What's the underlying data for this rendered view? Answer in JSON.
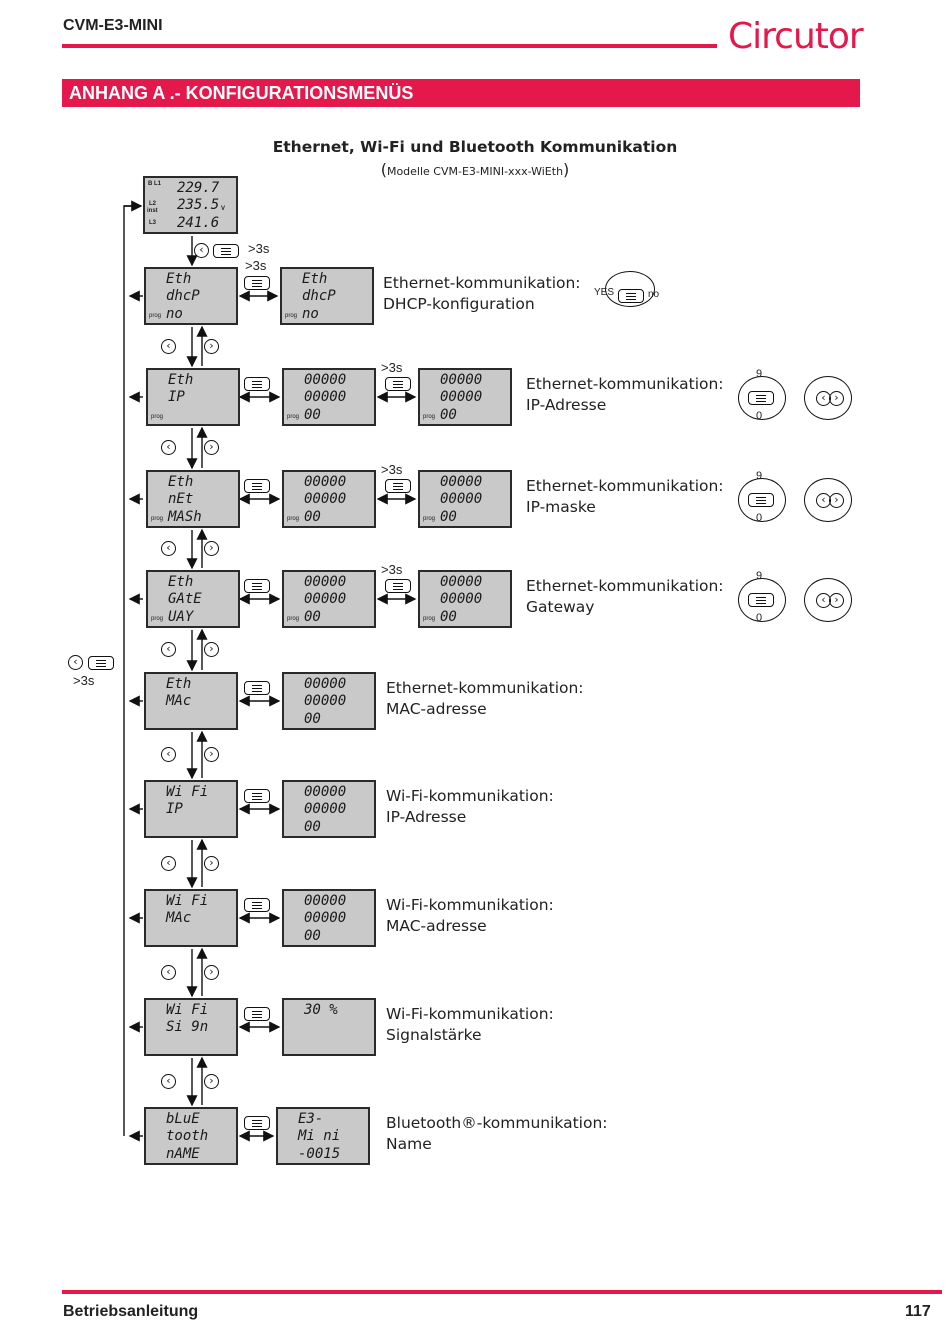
{
  "header": {
    "title": "CVM-E3-MINI",
    "logo": "Circutor"
  },
  "section": "ANHANG A .- KONFIGURATIONSMENÜS",
  "diagram": {
    "title": "Ethernet, Wi-Fi und Bluetooth Kommunikation",
    "subtitle": "Modelle CVM-E3-MINI-xxx-WiEth",
    "time": ">3s",
    "prog": "prog",
    "top_display": {
      "lines": [
        "229.7",
        "235.5",
        "241.6"
      ],
      "tags": [
        "B L1",
        "L2",
        "L3",
        "inst",
        "V"
      ]
    },
    "rows": [
      {
        "menu": [
          "Eth",
          "dhcP",
          "no"
        ],
        "values": [
          [
            "Eth",
            "dhcP",
            "no"
          ]
        ],
        "label": [
          "Ethernet-kommunikation:",
          "DHCP-konfiguration"
        ],
        "toggle": [
          "YES",
          "no"
        ]
      },
      {
        "menu": [
          "Eth",
          "IP",
          ""
        ],
        "values": [
          [
            "00000",
            "00000",
            "00"
          ],
          [
            "00000",
            "00000",
            "00"
          ]
        ],
        "label": [
          "Ethernet-kommunikation:",
          "IP-Adresse"
        ],
        "digits": [
          "9",
          "0"
        ]
      },
      {
        "menu": [
          "Eth",
          "nEt",
          "MASh"
        ],
        "values": [
          [
            "00000",
            "00000",
            "00"
          ],
          [
            "00000",
            "00000",
            "00"
          ]
        ],
        "label": [
          "Ethernet-kommunikation:",
          "IP-maske"
        ],
        "digits": [
          "9",
          "0"
        ]
      },
      {
        "menu": [
          "Eth",
          "GAtE",
          "UAY"
        ],
        "values": [
          [
            "00000",
            "00000",
            "00"
          ],
          [
            "00000",
            "00000",
            "00"
          ]
        ],
        "label": [
          "Ethernet-kommunikation:",
          "Gateway"
        ],
        "digits": [
          "9",
          "0"
        ]
      },
      {
        "menu": [
          "Eth",
          "MAc",
          ""
        ],
        "values": [
          [
            "00000",
            "00000",
            "00"
          ]
        ],
        "label": [
          "Ethernet-kommunikation:",
          "MAC-adresse"
        ]
      },
      {
        "menu": [
          "Wi Fi",
          "IP",
          ""
        ],
        "values": [
          [
            "00000",
            "00000",
            "00"
          ]
        ],
        "label": [
          "Wi-Fi-kommunikation:",
          "IP-Adresse"
        ]
      },
      {
        "menu": [
          "Wi Fi",
          "MAc",
          ""
        ],
        "values": [
          [
            "00000",
            "00000",
            "00"
          ]
        ],
        "label": [
          "Wi-Fi-kommunikation:",
          "MAC-adresse"
        ]
      },
      {
        "menu": [
          "Wi Fi",
          "Si 9n",
          ""
        ],
        "values": [
          [
            "30 %",
            "",
            ""
          ]
        ],
        "label": [
          "Wi-Fi-kommunikation:",
          "Signalstärke"
        ]
      },
      {
        "menu": [
          "bLuE",
          "tooth",
          "nAME"
        ],
        "values": [
          [
            "E3-",
            "Mi ni",
            "-0015"
          ]
        ],
        "label": [
          "Bluetooth®-kommunikation:",
          "Name"
        ]
      }
    ]
  },
  "footer": {
    "left": "Betriebsanleitung",
    "page": "117"
  }
}
